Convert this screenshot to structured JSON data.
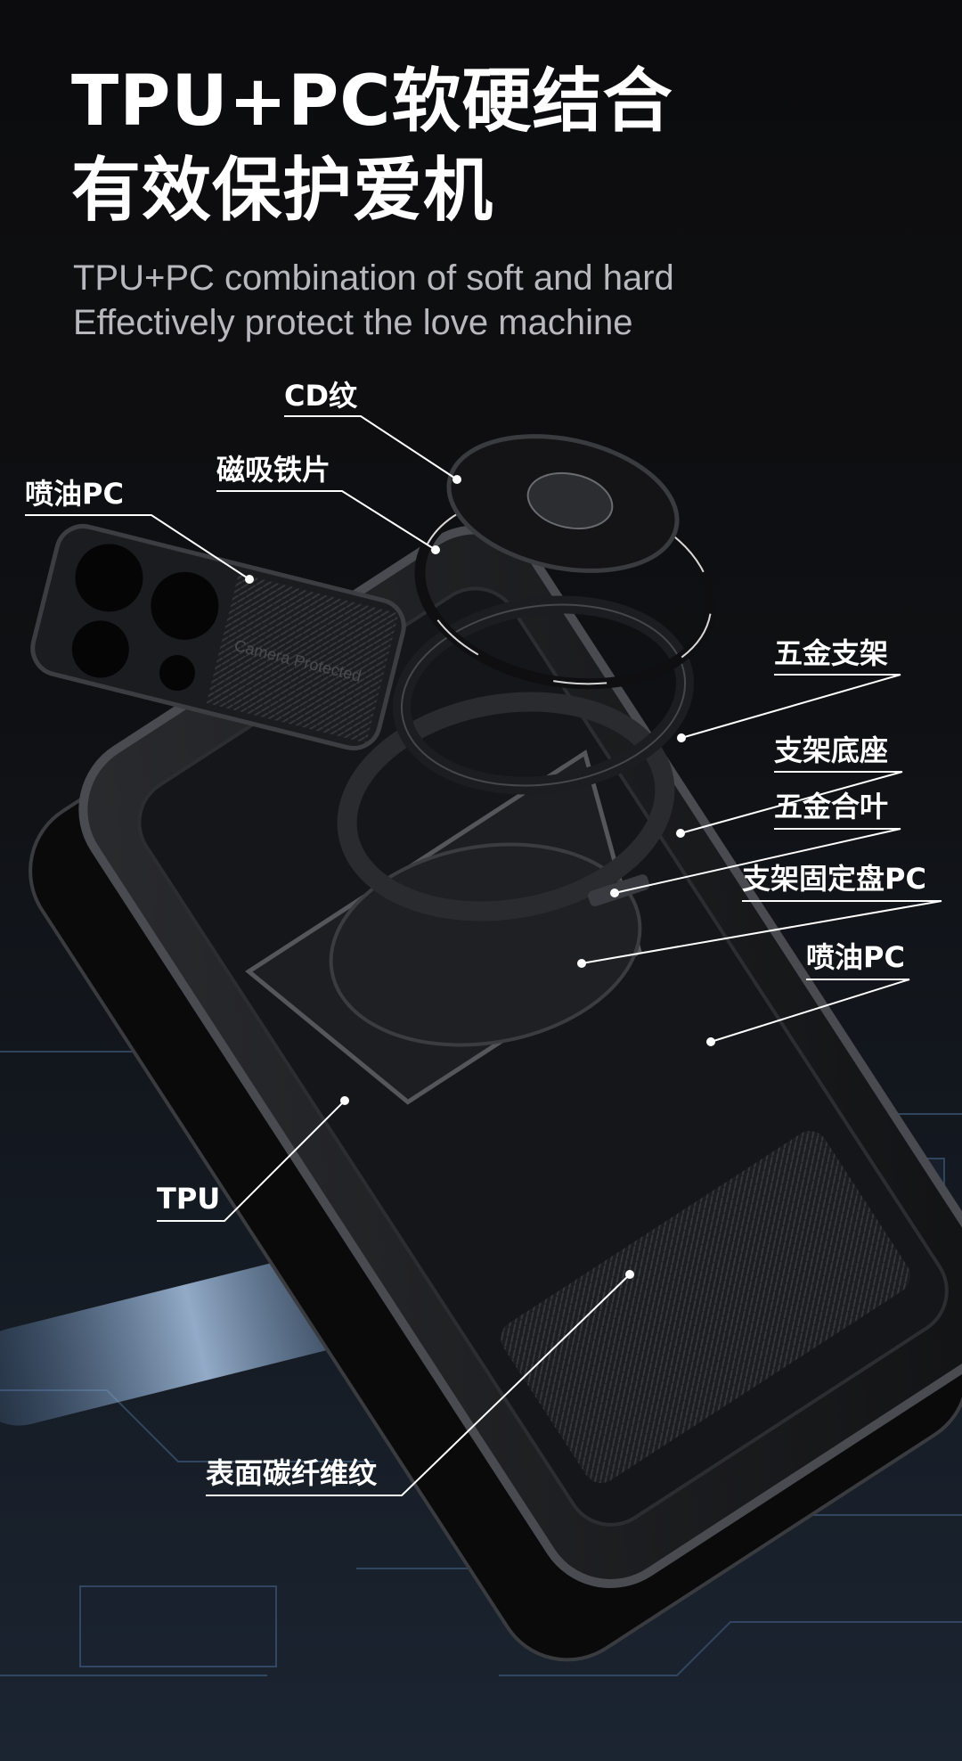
{
  "headline": {
    "line1": "TPU+PC软硬结合",
    "line2": "有效保护爱机"
  },
  "subheadline": {
    "line1": "TPU+PC combination of soft and hard",
    "line2": "Effectively protect the love machine"
  },
  "camera_plate_text": "Camera Protected",
  "callouts": {
    "cd_texture": "CD纹",
    "magnetic_sheet": "磁吸铁片",
    "painted_pc_top": "喷油PC",
    "metal_stand": "五金支架",
    "stand_base": "支架底座",
    "metal_hinge": "五金合叶",
    "stand_fixing_plate": "支架固定盘PC",
    "painted_pc_side": "喷油PC",
    "tpu": "TPU",
    "carbon_fiber_surface": "表面碳纤维纹"
  },
  "colors": {
    "background": "#0c0c0e",
    "text": "#ffffff",
    "subtext": "#b9b9bd",
    "accent_glow": "#8fb4e0"
  }
}
